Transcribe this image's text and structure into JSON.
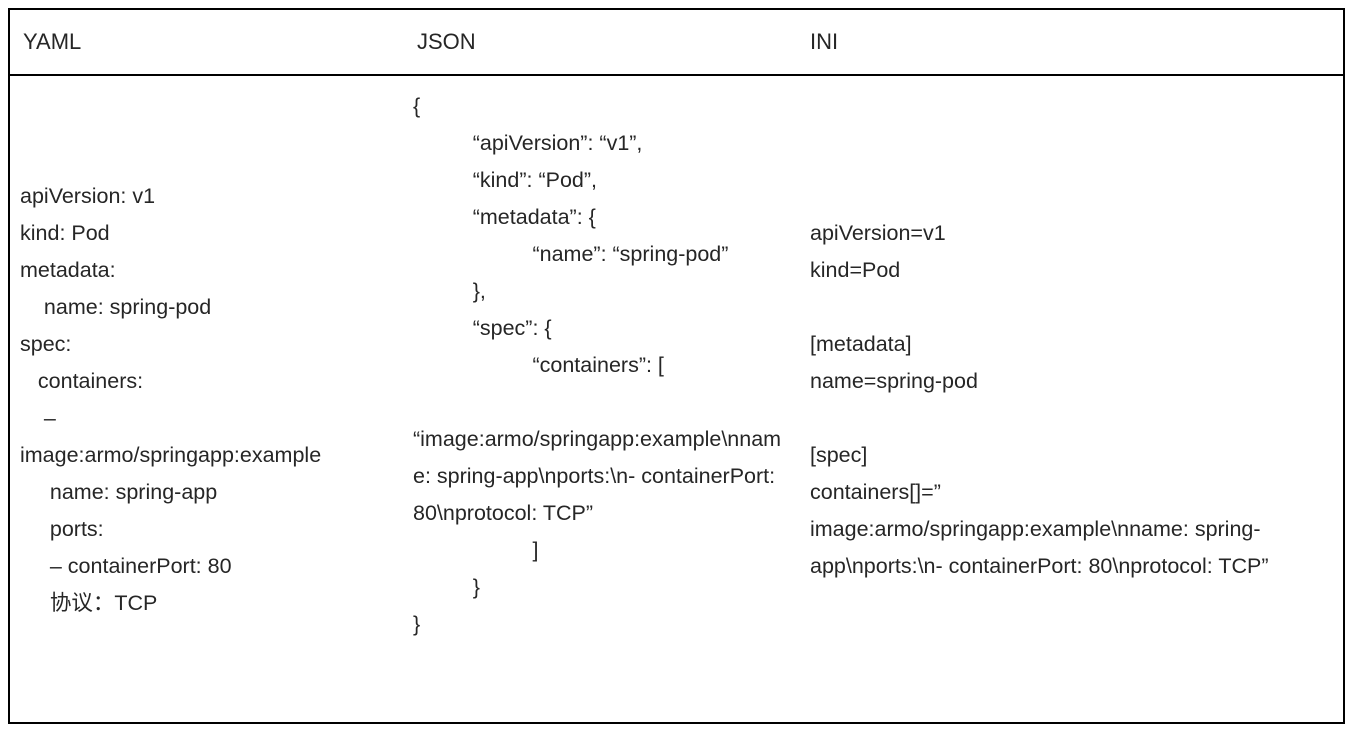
{
  "table": {
    "headers": [
      {
        "label": "YAML"
      },
      {
        "label": "JSON"
      },
      {
        "label": "INI"
      }
    ],
    "columns": {
      "yaml": {
        "name": "YAML",
        "lines": [
          "apiVersion: v1",
          "kind: Pod",
          "metadata:",
          "    name: spring-pod",
          "spec:",
          "   containers:",
          "    –",
          "image:armo/springapp:example",
          "     name: spring-app",
          "     ports:",
          "     – containerPort: 80",
          "     协议：TCP"
        ]
      },
      "json": {
        "name": "JSON",
        "lines": [
          "{",
          "          “apiVersion”: “v1”,",
          "          “kind”: “Pod”,",
          "          “metadata”: {",
          "                    “name”: “spring-pod”",
          "          },",
          "          “spec”: {",
          "                    “containers”: [",
          "",
          "“image:armo/springapp:example\\nname: spring-app\\nports:\\n- containerPort: 80\\nprotocol: TCP”",
          "                    ]",
          "          }",
          "}"
        ]
      },
      "ini": {
        "name": "INI",
        "lines": [
          "apiVersion=v1",
          "kind=Pod",
          "",
          "[metadata]",
          "name=spring-pod",
          "",
          "[spec]",
          "containers[]=”",
          "image:armo/springapp:example\\nname: spring-app\\nports:\\n- containerPort: 80\\nprotocol: TCP”"
        ]
      }
    }
  }
}
